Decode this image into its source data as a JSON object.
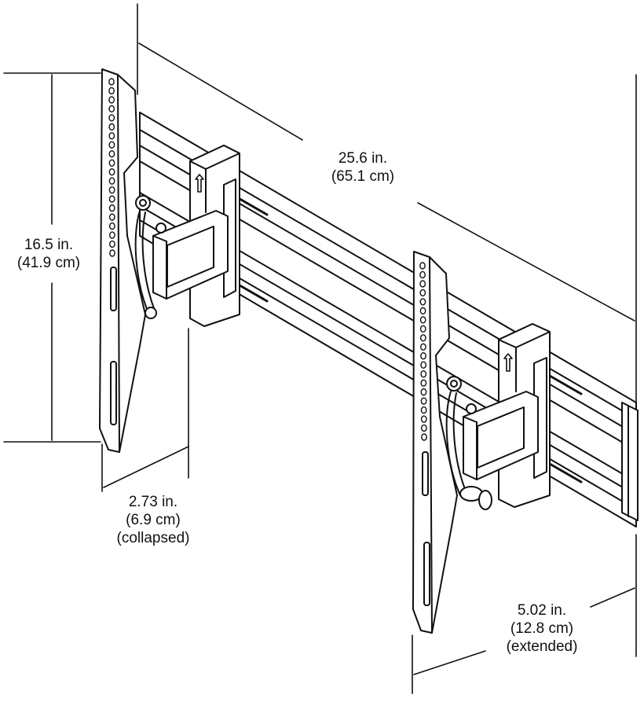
{
  "colors": {
    "line": "#111111",
    "background": "#ffffff",
    "fill": "#ffffff",
    "shade": "#e6e6e6"
  },
  "dimensions": {
    "width": {
      "value": "25.6 in.",
      "metric": "(65.1 cm)"
    },
    "height": {
      "value": "16.5 in.",
      "metric": "(41.9 cm)"
    },
    "collapsed": {
      "value": "2.73 in.",
      "metric": "(6.9 cm)",
      "note": "(collapsed)"
    },
    "extended": {
      "value": "5.02 in.",
      "metric": "(12.8 cm)",
      "note": "(extended)"
    }
  },
  "icons": [
    "up-arrow-icon",
    "tilt-knob-icon"
  ]
}
